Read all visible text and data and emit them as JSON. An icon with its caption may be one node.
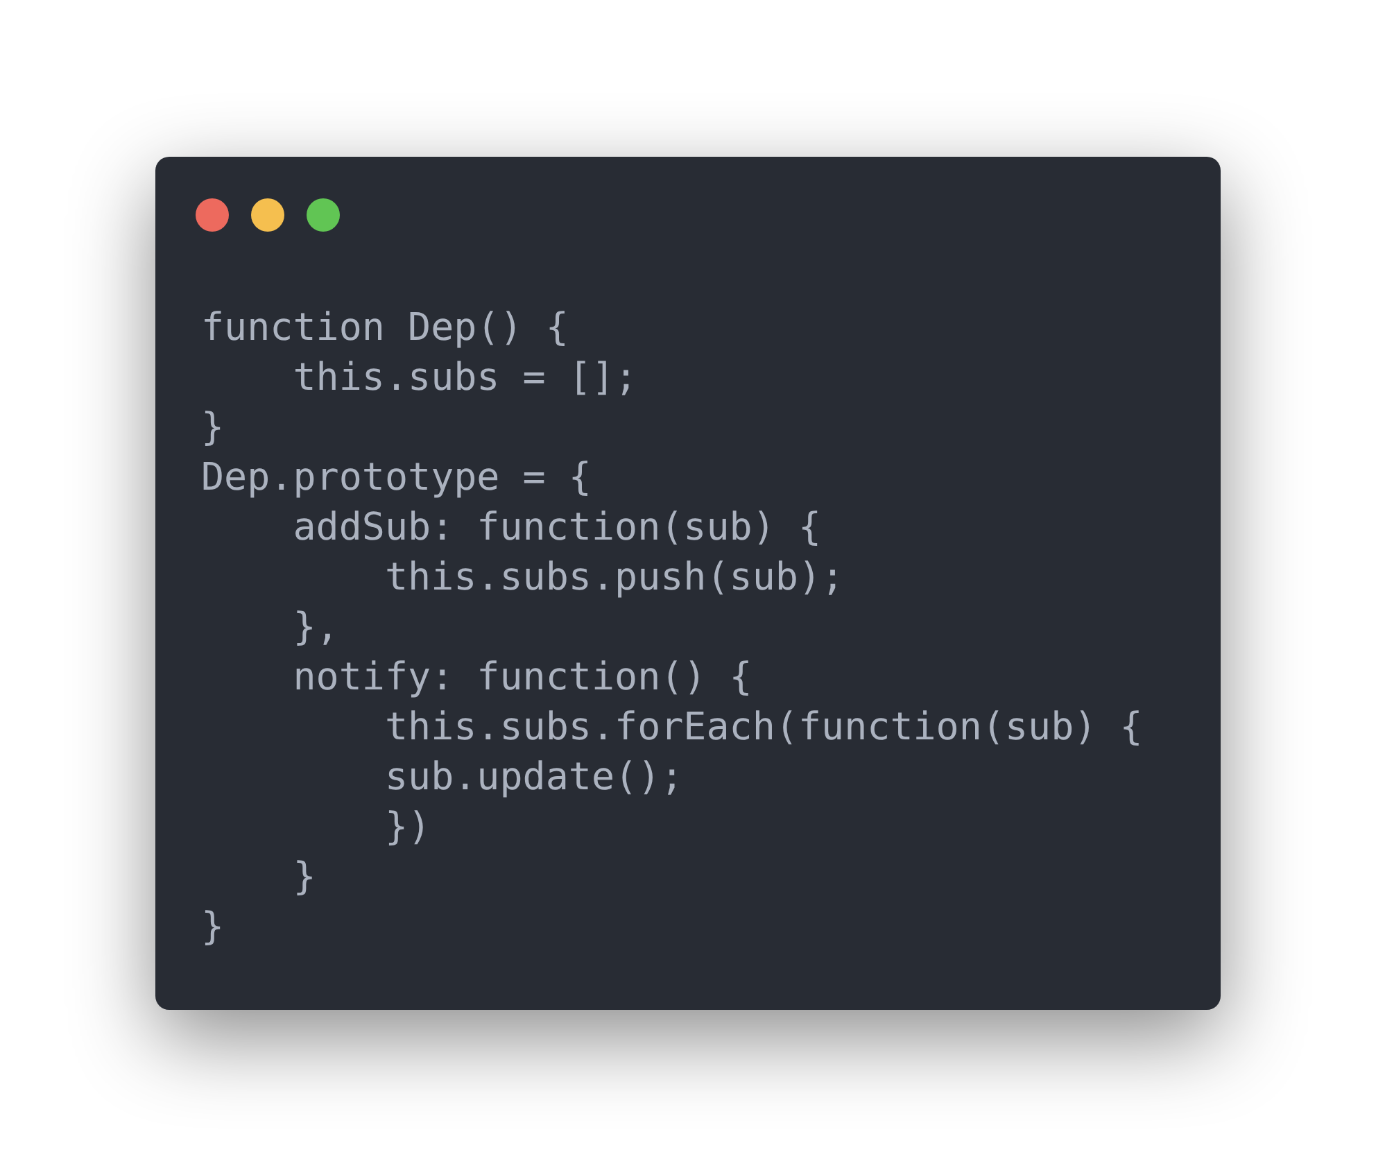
{
  "diagram": {
    "labels": [
      "function Dep() {",
      "    this.subs = [];",
      "}",
      "Dep.prototype = {",
      "    addSub: function(sub) {",
      "        this.subs.push(sub);",
      "    },",
      "    notify: function() {",
      "        this.subs.forEach(function(sub) {",
      "        sub.update();",
      "        })",
      "    }",
      "}"
    ]
  }
}
